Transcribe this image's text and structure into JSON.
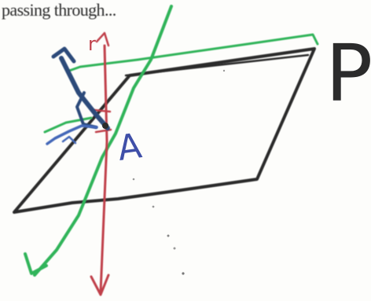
{
  "figure": {
    "caption_fragment": "passing through...",
    "plane_label": "P",
    "point_label": "A",
    "line_label": "r"
  },
  "colors": {
    "plane_outline": "#2b2b2b",
    "normal_line": "#c0404a",
    "green_line": "#31b45a",
    "blue_line": "#2c4a7a",
    "blue_scribble": "#4468b8",
    "point_text": "#3f4fa8",
    "text": "#2a2a2a"
  }
}
